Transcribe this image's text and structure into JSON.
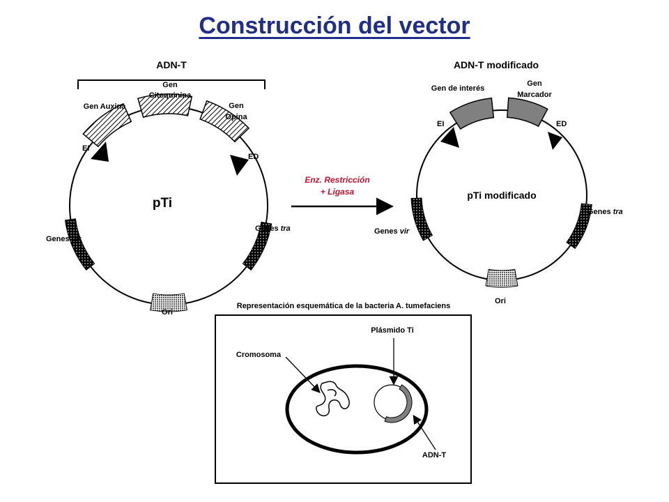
{
  "title": "Construcción del vector",
  "left": {
    "section_label": "ADN-T",
    "plasmid": "pTi",
    "gen_auxina": "Gen Auxina",
    "gen_cito_1": "Gen",
    "gen_cito_2": "Citoquinina",
    "gen_opina_1": "Gen",
    "gen_opina_2": "Opina",
    "ei": "EI",
    "ed": "ED",
    "genes_vir_prefix": "Genes",
    "genes_vir_italic": "vir",
    "genes_tra_prefix": "Genes",
    "genes_tra_italic": "tra",
    "ori": "Ori"
  },
  "arrow": {
    "line1": "Enz. Restricción",
    "line2": "+ Ligasa"
  },
  "right": {
    "section_label": "ADN-T modificado",
    "plasmid": "pTi modificado",
    "gen_interes": "Gen de interés",
    "gen_marcador_1": "Gen",
    "gen_marcador_2": "Marcador",
    "ei": "EI",
    "ed": "ED",
    "genes_tra_prefix": "Genes",
    "genes_tra_italic": "tra",
    "genes_vir_prefix": "Genes",
    "genes_vir_italic": "vir",
    "ori": "Ori"
  },
  "bacteria": {
    "caption": "Representación esquemática de la bacteria A. tumefaciens",
    "plasmido": "Plásmido Ti",
    "cromosoma": "Cromosoma",
    "adnt": "ADN-T"
  },
  "colors": {
    "title": "#1f2e8a",
    "arrow_text": "#c8102e",
    "modified_gene_fill": "#808080"
  }
}
